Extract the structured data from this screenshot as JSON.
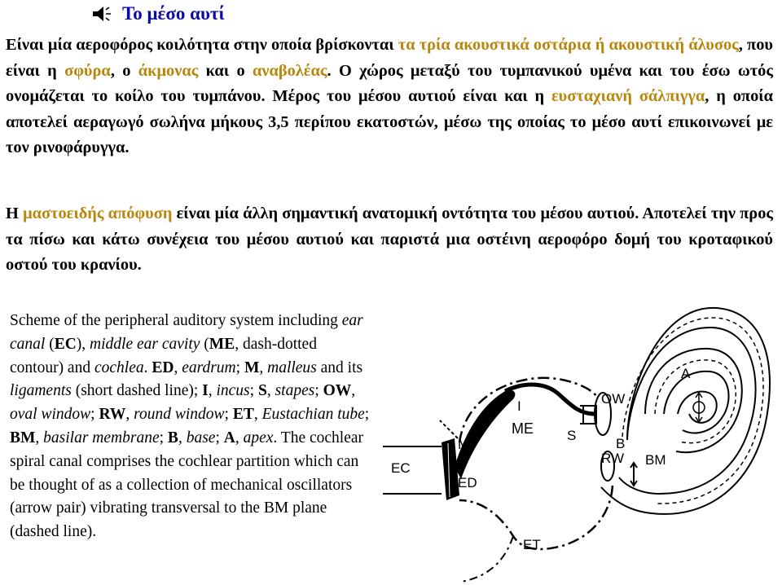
{
  "title": {
    "text": "Το μέσο αυτί",
    "icon": "speaker-icon",
    "text_color": "#0a0aa8"
  },
  "highlight_color": "#b8860b",
  "paragraph1": {
    "s1": "Είναι μία αεροφόρος κοιλότητα στην οποία βρίσκονται ",
    "h1": "τα τρία ακουστικά οστάρια ή ακουστική άλυσος",
    "s2": ", που είναι η ",
    "h2": "σφύρα",
    "s3": ", ο ",
    "h3": "άκμονας",
    "s4": " και ο ",
    "h4": "αναβολέας",
    "s5": ". Ο χώρος μεταξύ του τυμπανικού υμένα και του έσω ωτός ονομάζεται το κοίλο του τυμπάνου. Μέρος του μέσου αυτιού είναι και η ",
    "h5": "ευσταχιανή σάλπιγγα",
    "s6": ", η οποία αποτελεί αεραγωγό σωλήνα μήκους 3,5 περίπου εκατοστών, μέσω της οποίας το μέσο αυτί επικοινωνεί με τον ρινοφάρυγγα."
  },
  "paragraph2": {
    "s1": "Η ",
    "h1": "μαστοειδής απόφυση",
    "s2": " είναι μία άλλη σημαντική ανατομική οντότητα του μέσου αυτιού. Αποτελεί την προς τα πίσω και κάτω συνέχεια του μέσου αυτιού και παριστά μια οστέινη αεροφόρο δομή του κροταφικού οστού του κρανίου."
  },
  "caption": {
    "t1": "Scheme of the peripheral auditory system including ",
    "i1": "ear canal",
    "t2": " (",
    "b1": "EC",
    "t3": "), ",
    "i2": "middle ear cavity",
    "t4": " (",
    "b2": "ME",
    "t5": ", dash-dotted contour) and ",
    "i3": "cochlea",
    "t6": ". ",
    "b3": "ED",
    "t7": ", ",
    "i4": "eardrum",
    "t8": "; ",
    "b4": "M",
    "t9": ", ",
    "i5": "malleus",
    "t10": " and its ",
    "i6": "ligaments",
    "t11": " (short dashed line); ",
    "b5": "I",
    "t12": ", ",
    "i7": "incus",
    "t13": "; ",
    "b6": "S",
    "t14": ", ",
    "i8": "stapes",
    "t15": "; ",
    "b7": "OW",
    "t16": ", ",
    "i9": "oval window",
    "t17": "; ",
    "b8": "RW",
    "t18": ", ",
    "i10": "round window",
    "t19": "; ",
    "b9": "ET",
    "t20": ", ",
    "i11": "Eustachian tube",
    "t21": "; ",
    "b10": "BM",
    "t22": ", ",
    "i12": "basilar membrane",
    "t23": "; ",
    "b11": "B",
    "t24": ", ",
    "i13": "base",
    "t25": "; ",
    "b12": "A",
    "t26": ", ",
    "i14": "apex",
    "t27": ". The cochlear spiral canal comprises the cochlear partition which can be thought of as a collection of mechanical oscillators (arrow pair) vibrating transversal to the BM plane (dashed line)."
  },
  "figure": {
    "labels": {
      "ec": "EC",
      "m": "M",
      "ed": "ED",
      "i": "I",
      "me": "ME",
      "s": "S",
      "ow": "OW",
      "rw": "RW",
      "b": "B",
      "bm": "BM",
      "a": "A",
      "et": "ET"
    }
  }
}
